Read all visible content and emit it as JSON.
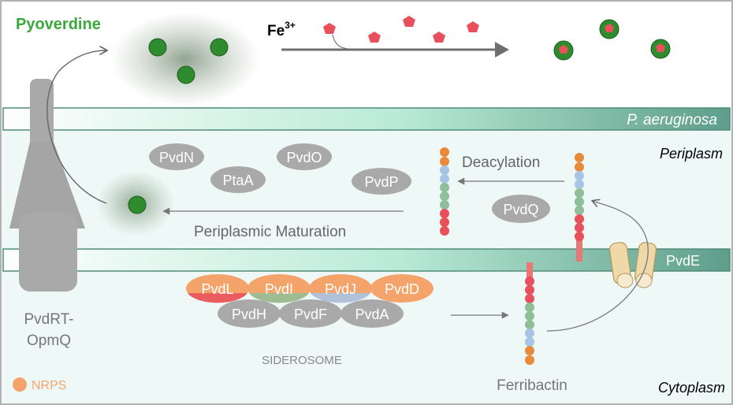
{
  "labels": {
    "pyoverdine": "Pyoverdine",
    "fe": "Fe",
    "fe_sup": "3+",
    "organism": "P. aeruginosa",
    "periplasm": "Periplasm",
    "cytoplasm": "Cytoplasm",
    "deacylation": "Deacylation",
    "periplasmic_maturation": "Periplasmic Maturation",
    "pvde": "PvdE",
    "pvdrt_line1": "PvdRT-",
    "pvdrt_line2": "OpmQ",
    "siderosome": "SIDEROSOME",
    "ferribactin": "Ferribactin",
    "nrps": "NRPS"
  },
  "periplasm_enzymes": [
    "PvdN",
    "PtaA",
    "PvdO",
    "PvdP"
  ],
  "pvdq": "PvdQ",
  "nrps_enzymes": [
    "PvdL",
    "PvdI",
    "PvdJ",
    "PvdD"
  ],
  "tailoring_enzymes": [
    "PvdH",
    "PvdF",
    "PvdA"
  ],
  "colors": {
    "pyoverdine_text": "#3aa83a",
    "membrane": "#6fae98",
    "periplasm_fill": "#eef8f6",
    "nrps_orange": "#f4a46a",
    "enzyme_grey": "#a9a9a9",
    "siderophore_green": "#2e8b2e",
    "iron_red": "#e8505b"
  }
}
